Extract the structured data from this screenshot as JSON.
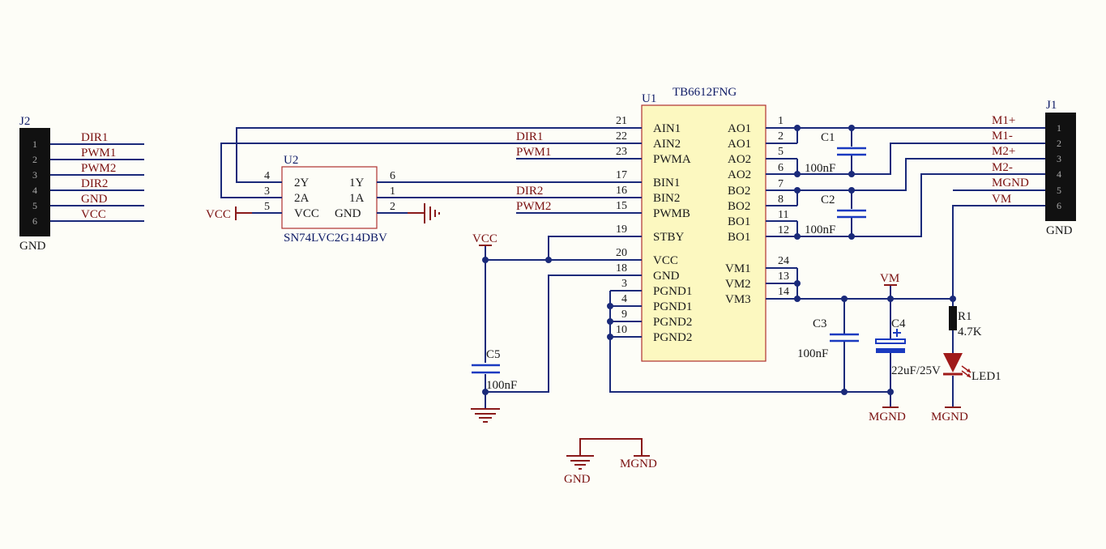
{
  "u1": {
    "ref": "U1",
    "part": "TB6612FNG",
    "left_pins": [
      {
        "num": "21",
        "name": "AIN1"
      },
      {
        "num": "22",
        "name": "AIN2"
      },
      {
        "num": "23",
        "name": "PWMA"
      },
      {
        "num": "17",
        "name": "BIN1"
      },
      {
        "num": "16",
        "name": "BIN2"
      },
      {
        "num": "15",
        "name": "PWMB"
      },
      {
        "num": "19",
        "name": "STBY"
      },
      {
        "num": "20",
        "name": "VCC"
      },
      {
        "num": "18",
        "name": "GND"
      },
      {
        "num": "3",
        "name": "PGND1"
      },
      {
        "num": "4",
        "name": "PGND1"
      },
      {
        "num": "9",
        "name": "PGND2"
      },
      {
        "num": "10",
        "name": "PGND2"
      }
    ],
    "right_pins": [
      {
        "num": "1",
        "name": "AO1"
      },
      {
        "num": "2",
        "name": "AO1"
      },
      {
        "num": "5",
        "name": "AO2"
      },
      {
        "num": "6",
        "name": "AO2"
      },
      {
        "num": "7",
        "name": "BO2"
      },
      {
        "num": "8",
        "name": "BO2"
      },
      {
        "num": "11",
        "name": "BO1"
      },
      {
        "num": "12",
        "name": "BO1"
      },
      {
        "num": "24",
        "name": "VM1"
      },
      {
        "num": "13",
        "name": "VM2"
      },
      {
        "num": "14",
        "name": "VM3"
      }
    ]
  },
  "u2": {
    "ref": "U2",
    "part": "SN74LVC2G14DBV",
    "pins": [
      {
        "num": "4",
        "name": "2Y"
      },
      {
        "num": "3",
        "name": "2A"
      },
      {
        "num": "5",
        "name": "VCC"
      },
      {
        "num": "6",
        "name": "1Y"
      },
      {
        "num": "1",
        "name": "1A"
      },
      {
        "num": "2",
        "name": "GND"
      }
    ]
  },
  "j2": {
    "ref": "J2",
    "ground_label": "GND",
    "pins": [
      "1",
      "2",
      "3",
      "4",
      "5",
      "6"
    ],
    "nets": [
      "DIR1",
      "PWM1",
      "PWM2",
      "DIR2",
      "GND",
      "VCC"
    ]
  },
  "j1": {
    "ref": "J1",
    "ground_label": "GND",
    "pins": [
      "1",
      "2",
      "3",
      "4",
      "5",
      "6"
    ],
    "nets": [
      "M1+",
      "M1-",
      "M2+",
      "M2-",
      "MGND",
      "VM"
    ]
  },
  "net_labels": {
    "dir1": "DIR1",
    "pwm1": "PWM1",
    "dir2": "DIR2",
    "pwm2": "PWM2",
    "vcc_u2": "VCC",
    "vcc_c5": "VCC",
    "vm_c4": "VM",
    "mgnd_c4": "MGND",
    "mgnd_led": "MGND",
    "gnd_bridge": "GND",
    "mgnd_bridge": "MGND"
  },
  "components": {
    "c1": {
      "ref": "C1",
      "value": "100nF"
    },
    "c2": {
      "ref": "C2",
      "value": "100nF"
    },
    "c3": {
      "ref": "C3",
      "value": "100nF"
    },
    "c4": {
      "ref": "C4",
      "value": "22uF/25V"
    },
    "c5": {
      "ref": "C5",
      "value": "100nF"
    },
    "r1": {
      "ref": "R1",
      "value": "4.7K"
    },
    "led1": {
      "ref": "LED1"
    }
  },
  "colors": {
    "background": "#fdfdf7",
    "wire": "#1a2a7a",
    "net_label": "#7a1010",
    "ic_body": "#fcf8c0",
    "power_symbol": "#8a1a1a"
  }
}
